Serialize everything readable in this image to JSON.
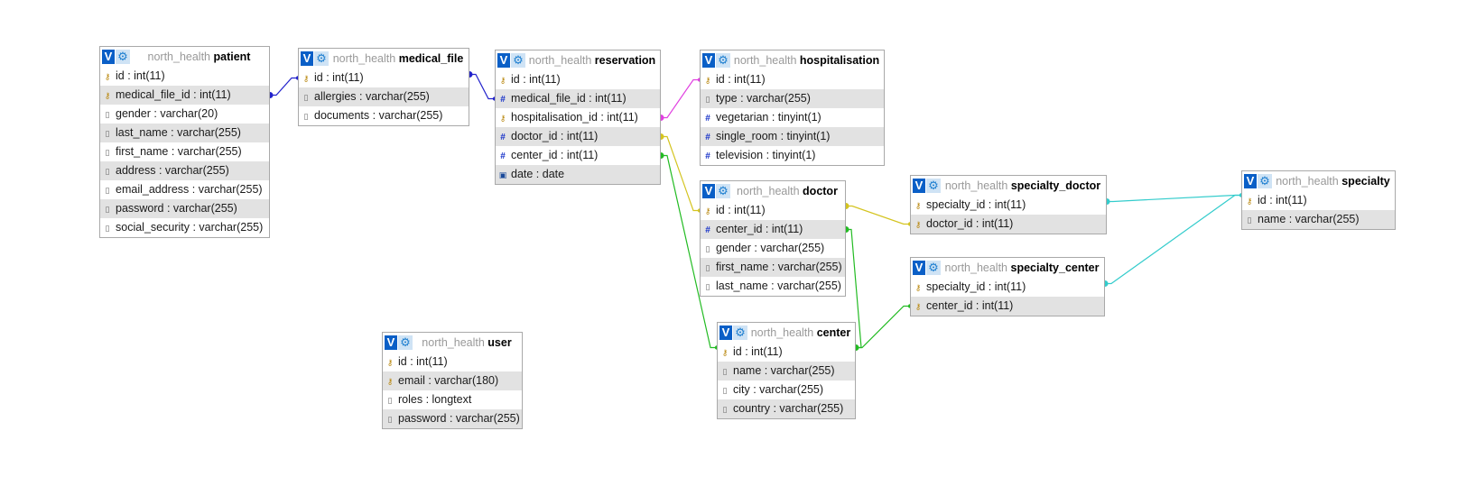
{
  "colors": {
    "vbtn": "#0a5fc7",
    "gear": "#1e7fd0",
    "alt_row": "#e2e2e2",
    "link_patient_medical": "#2222cc",
    "link_medical_reservation": "#2222cc",
    "link_reservation_hosp": "#e040e0",
    "link_reservation_doctor": "#d4c420",
    "link_reservation_center": "#22bb22",
    "link_doctor_center": "#22bb22",
    "link_doctor_spec": "#d4c420",
    "link_center_spec": "#22bb22",
    "link_specialty": "#33cccc"
  },
  "tables": [
    {
      "key": "patient",
      "db": "north_health",
      "name": "patient",
      "columns": [
        {
          "text": "id : int(11)",
          "icon": "key"
        },
        {
          "text": "medical_file_id : int(11)",
          "icon": "key"
        },
        {
          "text": "gender : varchar(20)",
          "icon": "col"
        },
        {
          "text": "last_name : varchar(255)",
          "icon": "col"
        },
        {
          "text": "first_name : varchar(255)",
          "icon": "col"
        },
        {
          "text": "address : varchar(255)",
          "icon": "col"
        },
        {
          "text": "email_address : varchar(255)",
          "icon": "col"
        },
        {
          "text": "password : varchar(255)",
          "icon": "col"
        },
        {
          "text": "social_security : varchar(255)",
          "icon": "col"
        }
      ]
    },
    {
      "key": "medical_file",
      "db": "north_health",
      "name": "medical_file",
      "columns": [
        {
          "text": "id : int(11)",
          "icon": "key"
        },
        {
          "text": "allergies : varchar(255)",
          "icon": "col"
        },
        {
          "text": "documents : varchar(255)",
          "icon": "col"
        }
      ]
    },
    {
      "key": "reservation",
      "db": "north_health",
      "name": "reservation",
      "columns": [
        {
          "text": "id : int(11)",
          "icon": "key"
        },
        {
          "text": "medical_file_id : int(11)",
          "icon": "idx"
        },
        {
          "text": "hospitalisation_id : int(11)",
          "icon": "key"
        },
        {
          "text": "doctor_id : int(11)",
          "icon": "idx"
        },
        {
          "text": "center_id : int(11)",
          "icon": "idx"
        },
        {
          "text": "date : date",
          "icon": "date"
        }
      ]
    },
    {
      "key": "hospitalisation",
      "db": "north_health",
      "name": "hospitalisation",
      "columns": [
        {
          "text": "id : int(11)",
          "icon": "key"
        },
        {
          "text": "type : varchar(255)",
          "icon": "col"
        },
        {
          "text": "vegetarian : tinyint(1)",
          "icon": "idx"
        },
        {
          "text": "single_room : tinyint(1)",
          "icon": "idx"
        },
        {
          "text": "television : tinyint(1)",
          "icon": "idx"
        }
      ]
    },
    {
      "key": "doctor",
      "db": "north_health",
      "name": "doctor",
      "columns": [
        {
          "text": "id : int(11)",
          "icon": "key"
        },
        {
          "text": "center_id : int(11)",
          "icon": "idx"
        },
        {
          "text": "gender : varchar(255)",
          "icon": "col"
        },
        {
          "text": "first_name : varchar(255)",
          "icon": "col"
        },
        {
          "text": "last_name : varchar(255)",
          "icon": "col"
        }
      ]
    },
    {
      "key": "specialty_doctor",
      "db": "north_health",
      "name": "specialty_doctor",
      "columns": [
        {
          "text": "specialty_id : int(11)",
          "icon": "key"
        },
        {
          "text": "doctor_id : int(11)",
          "icon": "key"
        }
      ]
    },
    {
      "key": "specialty_center",
      "db": "north_health",
      "name": "specialty_center",
      "columns": [
        {
          "text": "specialty_id : int(11)",
          "icon": "key"
        },
        {
          "text": "center_id : int(11)",
          "icon": "key"
        }
      ]
    },
    {
      "key": "specialty",
      "db": "north_health",
      "name": "specialty",
      "columns": [
        {
          "text": "id : int(11)",
          "icon": "key"
        },
        {
          "text": "name : varchar(255)",
          "icon": "col"
        }
      ]
    },
    {
      "key": "center",
      "db": "north_health",
      "name": "center",
      "columns": [
        {
          "text": "id : int(11)",
          "icon": "key"
        },
        {
          "text": "name : varchar(255)",
          "icon": "col"
        },
        {
          "text": "city : varchar(255)",
          "icon": "col"
        },
        {
          "text": "country : varchar(255)",
          "icon": "col"
        }
      ]
    },
    {
      "key": "user",
      "db": "north_health",
      "name": "user",
      "columns": [
        {
          "text": "id : int(11)",
          "icon": "key"
        },
        {
          "text": "email : varchar(180)",
          "icon": "key"
        },
        {
          "text": "roles : longtext",
          "icon": "col"
        },
        {
          "text": "password : varchar(255)",
          "icon": "col"
        }
      ]
    }
  ],
  "header_controls": {
    "toggle_label": "V",
    "options_icon": "gear-icon"
  }
}
